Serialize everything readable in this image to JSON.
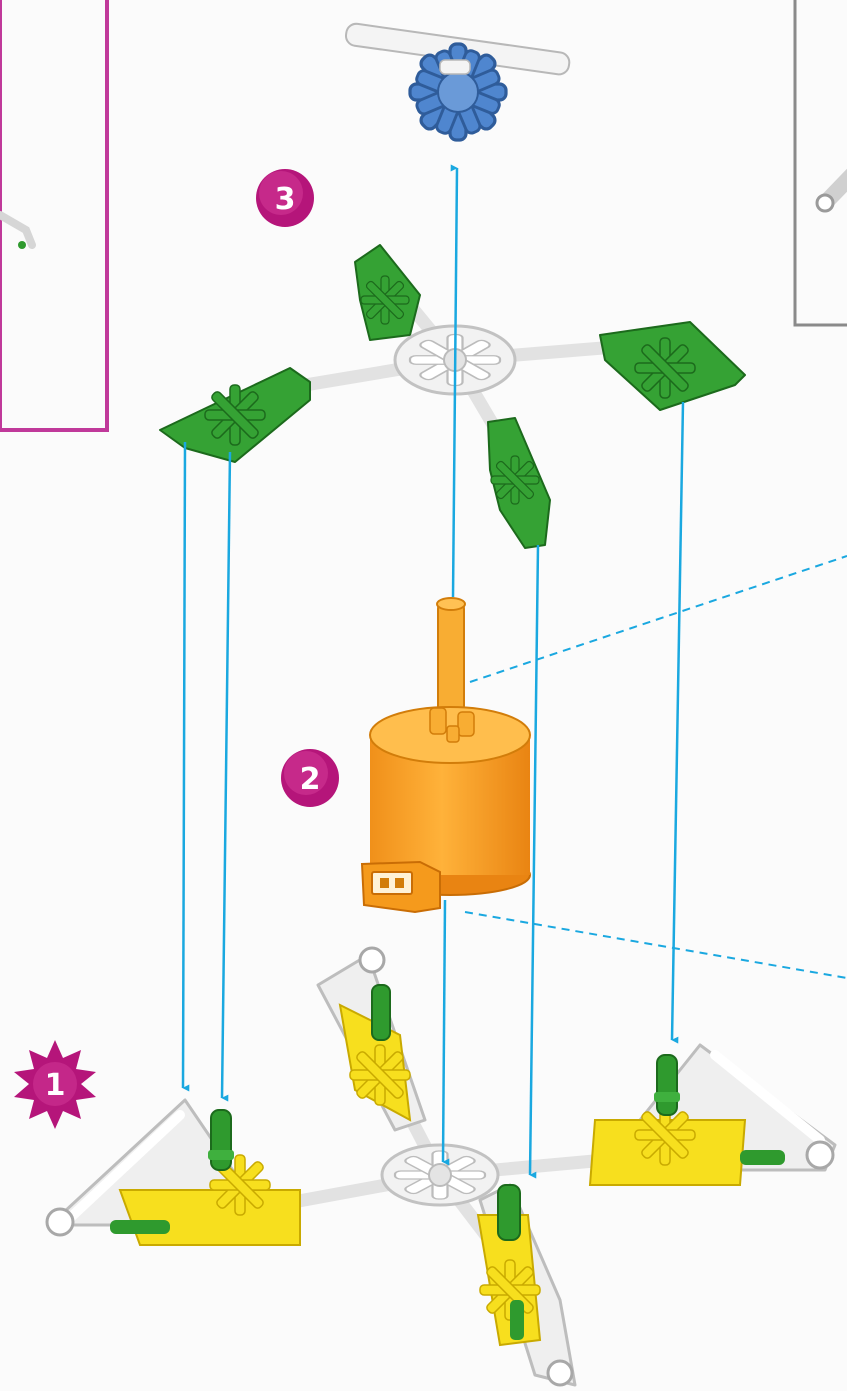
{
  "steps": [
    {
      "number": "1",
      "shape": "starburst"
    },
    {
      "number": "2",
      "shape": "circle"
    },
    {
      "number": "3",
      "shape": "circle"
    }
  ],
  "colors": {
    "badge": "#b5157a",
    "arrow": "#1aa8e0",
    "green": "#2f9a2e",
    "yellow": "#f7df1e",
    "blue": "#4f86cf",
    "orange": "#f6a320",
    "white_part": "#e3e3e3",
    "left_frame": "#c0399a",
    "right_frame": "#8a8a8a"
  },
  "parts": {
    "top": "blue-snowflake-connector",
    "upper_ring": "green-corner-connectors",
    "center": "orange-motor",
    "base": "yellow-white-base"
  }
}
